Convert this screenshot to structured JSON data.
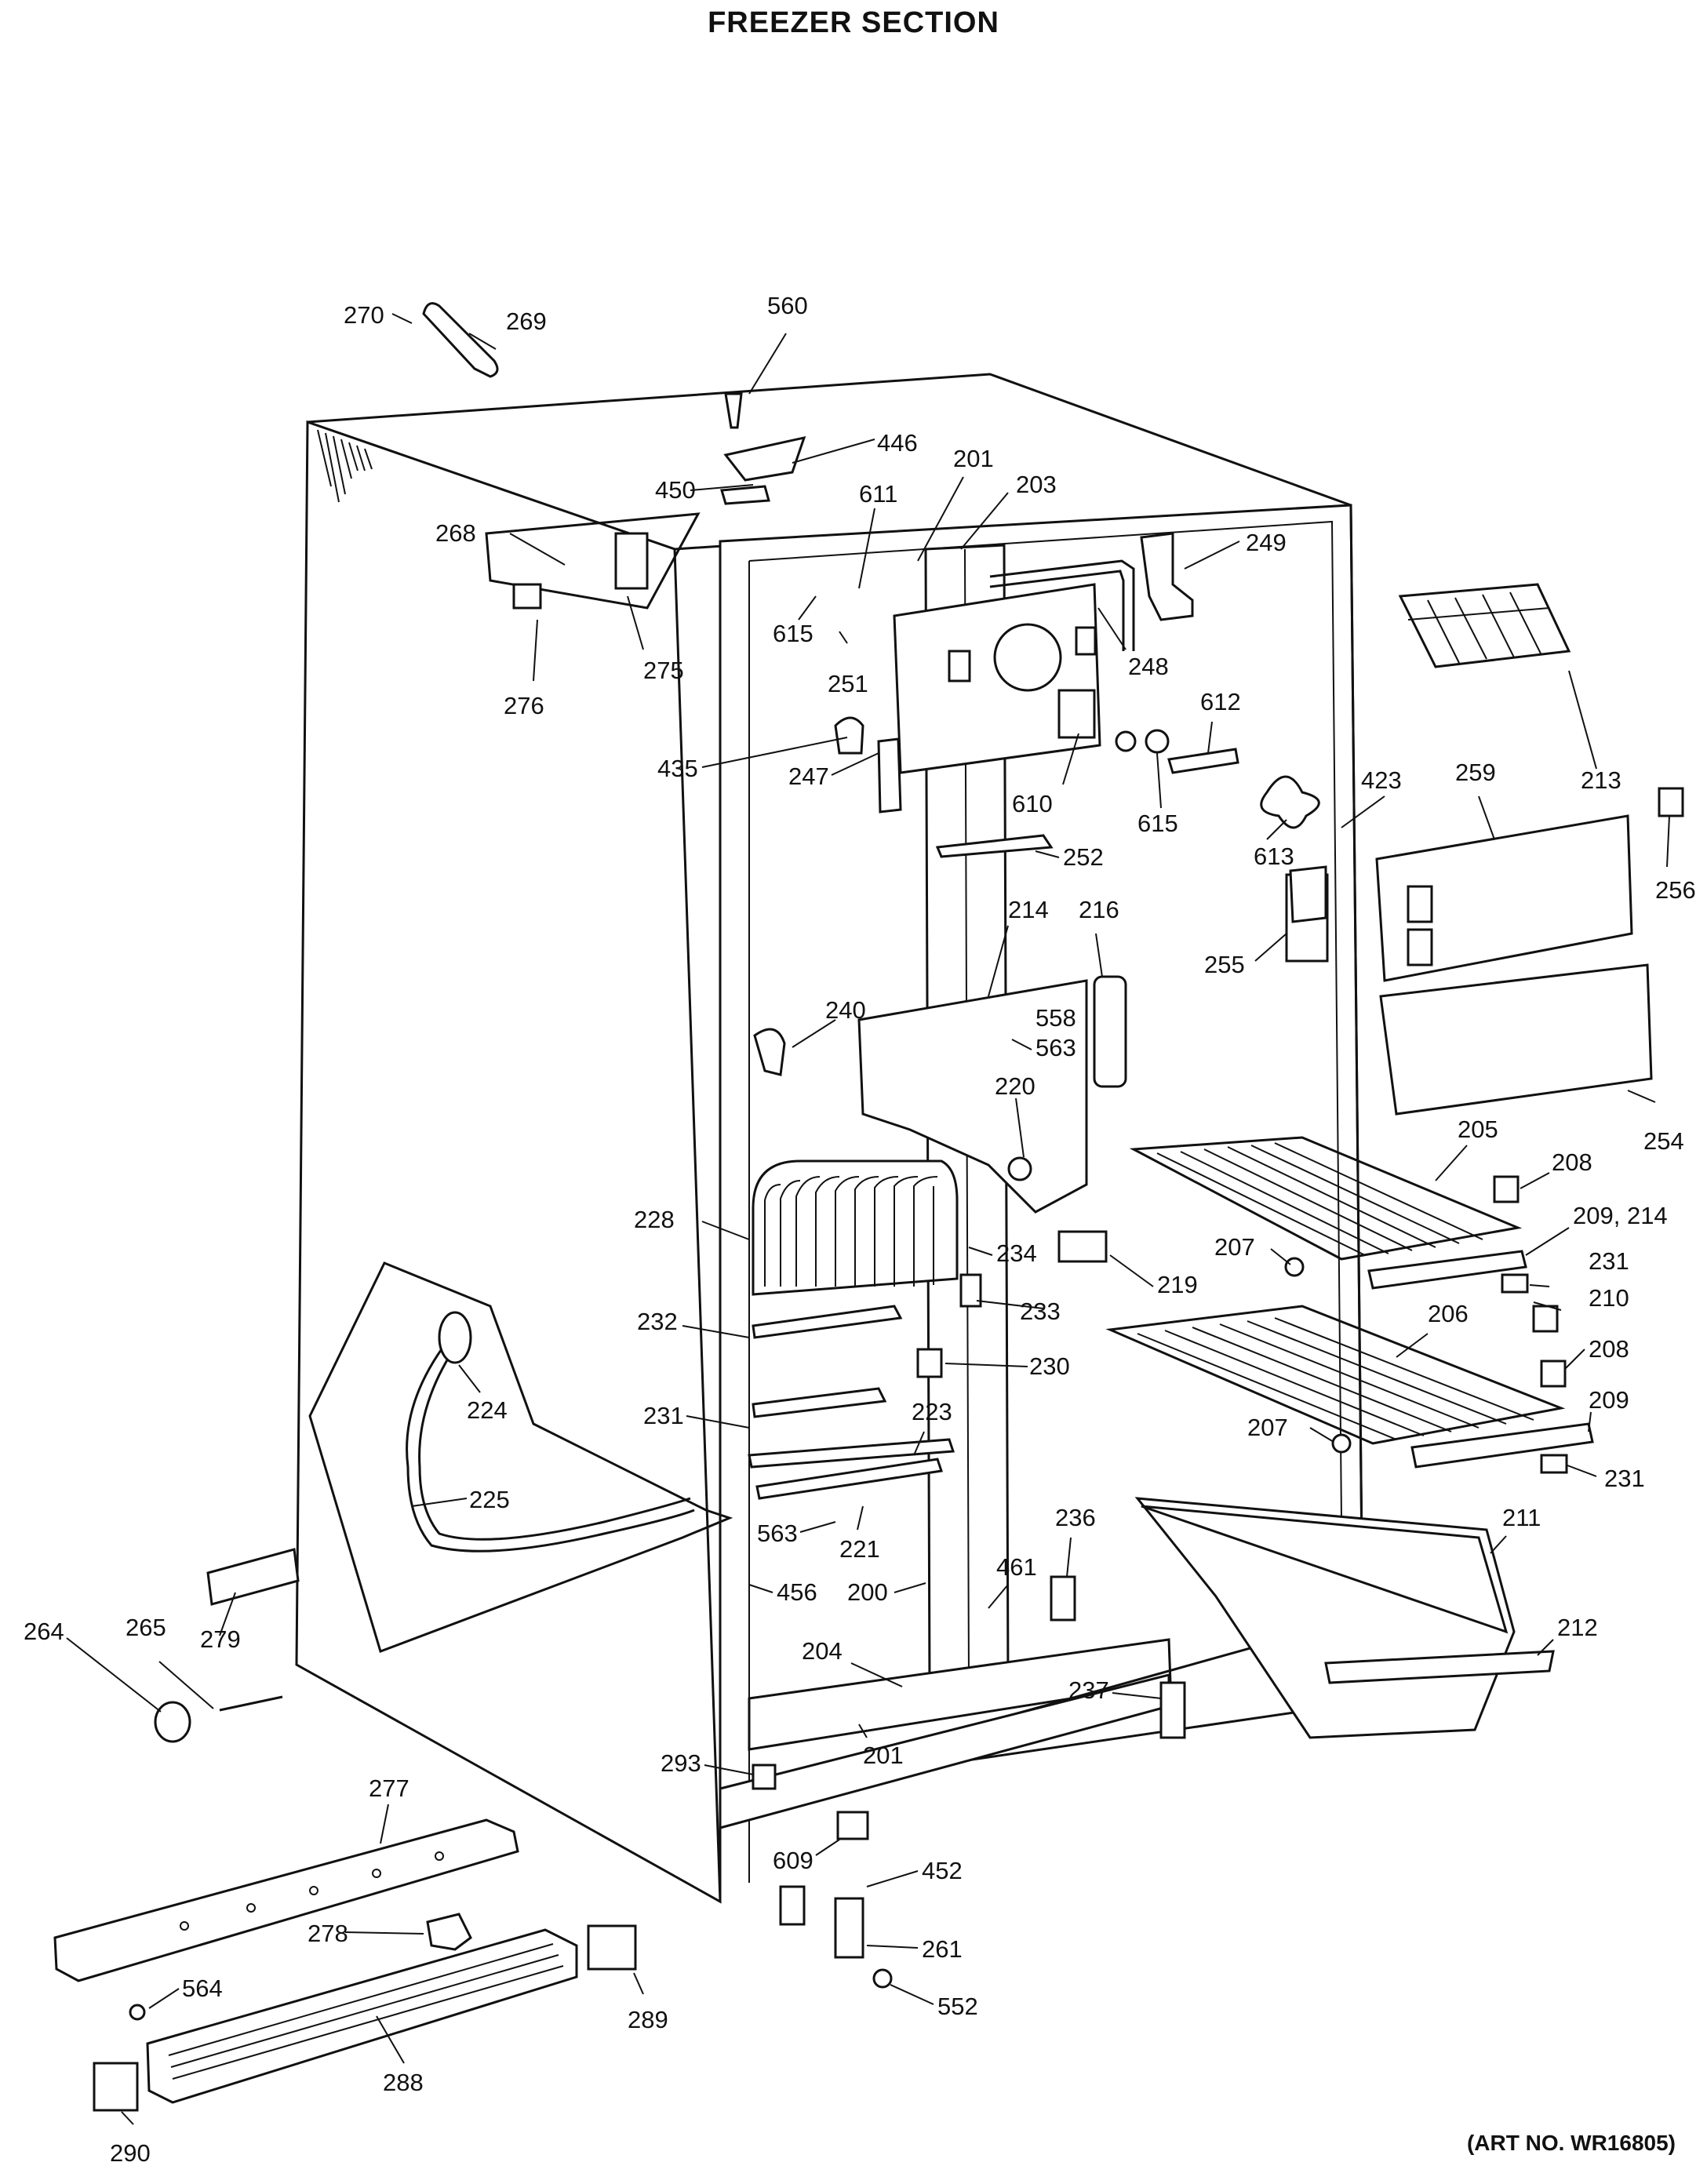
{
  "title": "FREEZER SECTION",
  "art_number": "(ART NO. WR16805)",
  "part_labels": [
    "270",
    "269",
    "560",
    "446",
    "450",
    "201",
    "203",
    "611",
    "268",
    "249",
    "615",
    "251",
    "275",
    "276",
    "248",
    "435",
    "247",
    "610",
    "612",
    "615",
    "423",
    "213",
    "259",
    "613",
    "256",
    "252",
    "214",
    "216",
    "255",
    "240",
    "558",
    "563",
    "220",
    "254",
    "205",
    "208",
    "228",
    "234",
    "209, 214",
    "207",
    "219",
    "231",
    "233",
    "210",
    "232",
    "230",
    "206",
    "208",
    "224",
    "231",
    "223",
    "209",
    "207",
    "231",
    "225",
    "563",
    "221",
    "236",
    "211",
    "461",
    "456",
    "200",
    "212",
    "264",
    "265",
    "279",
    "204",
    "237",
    "201",
    "293",
    "277",
    "609",
    "452",
    "278",
    "261",
    "564",
    "289",
    "552",
    "288",
    "290"
  ]
}
